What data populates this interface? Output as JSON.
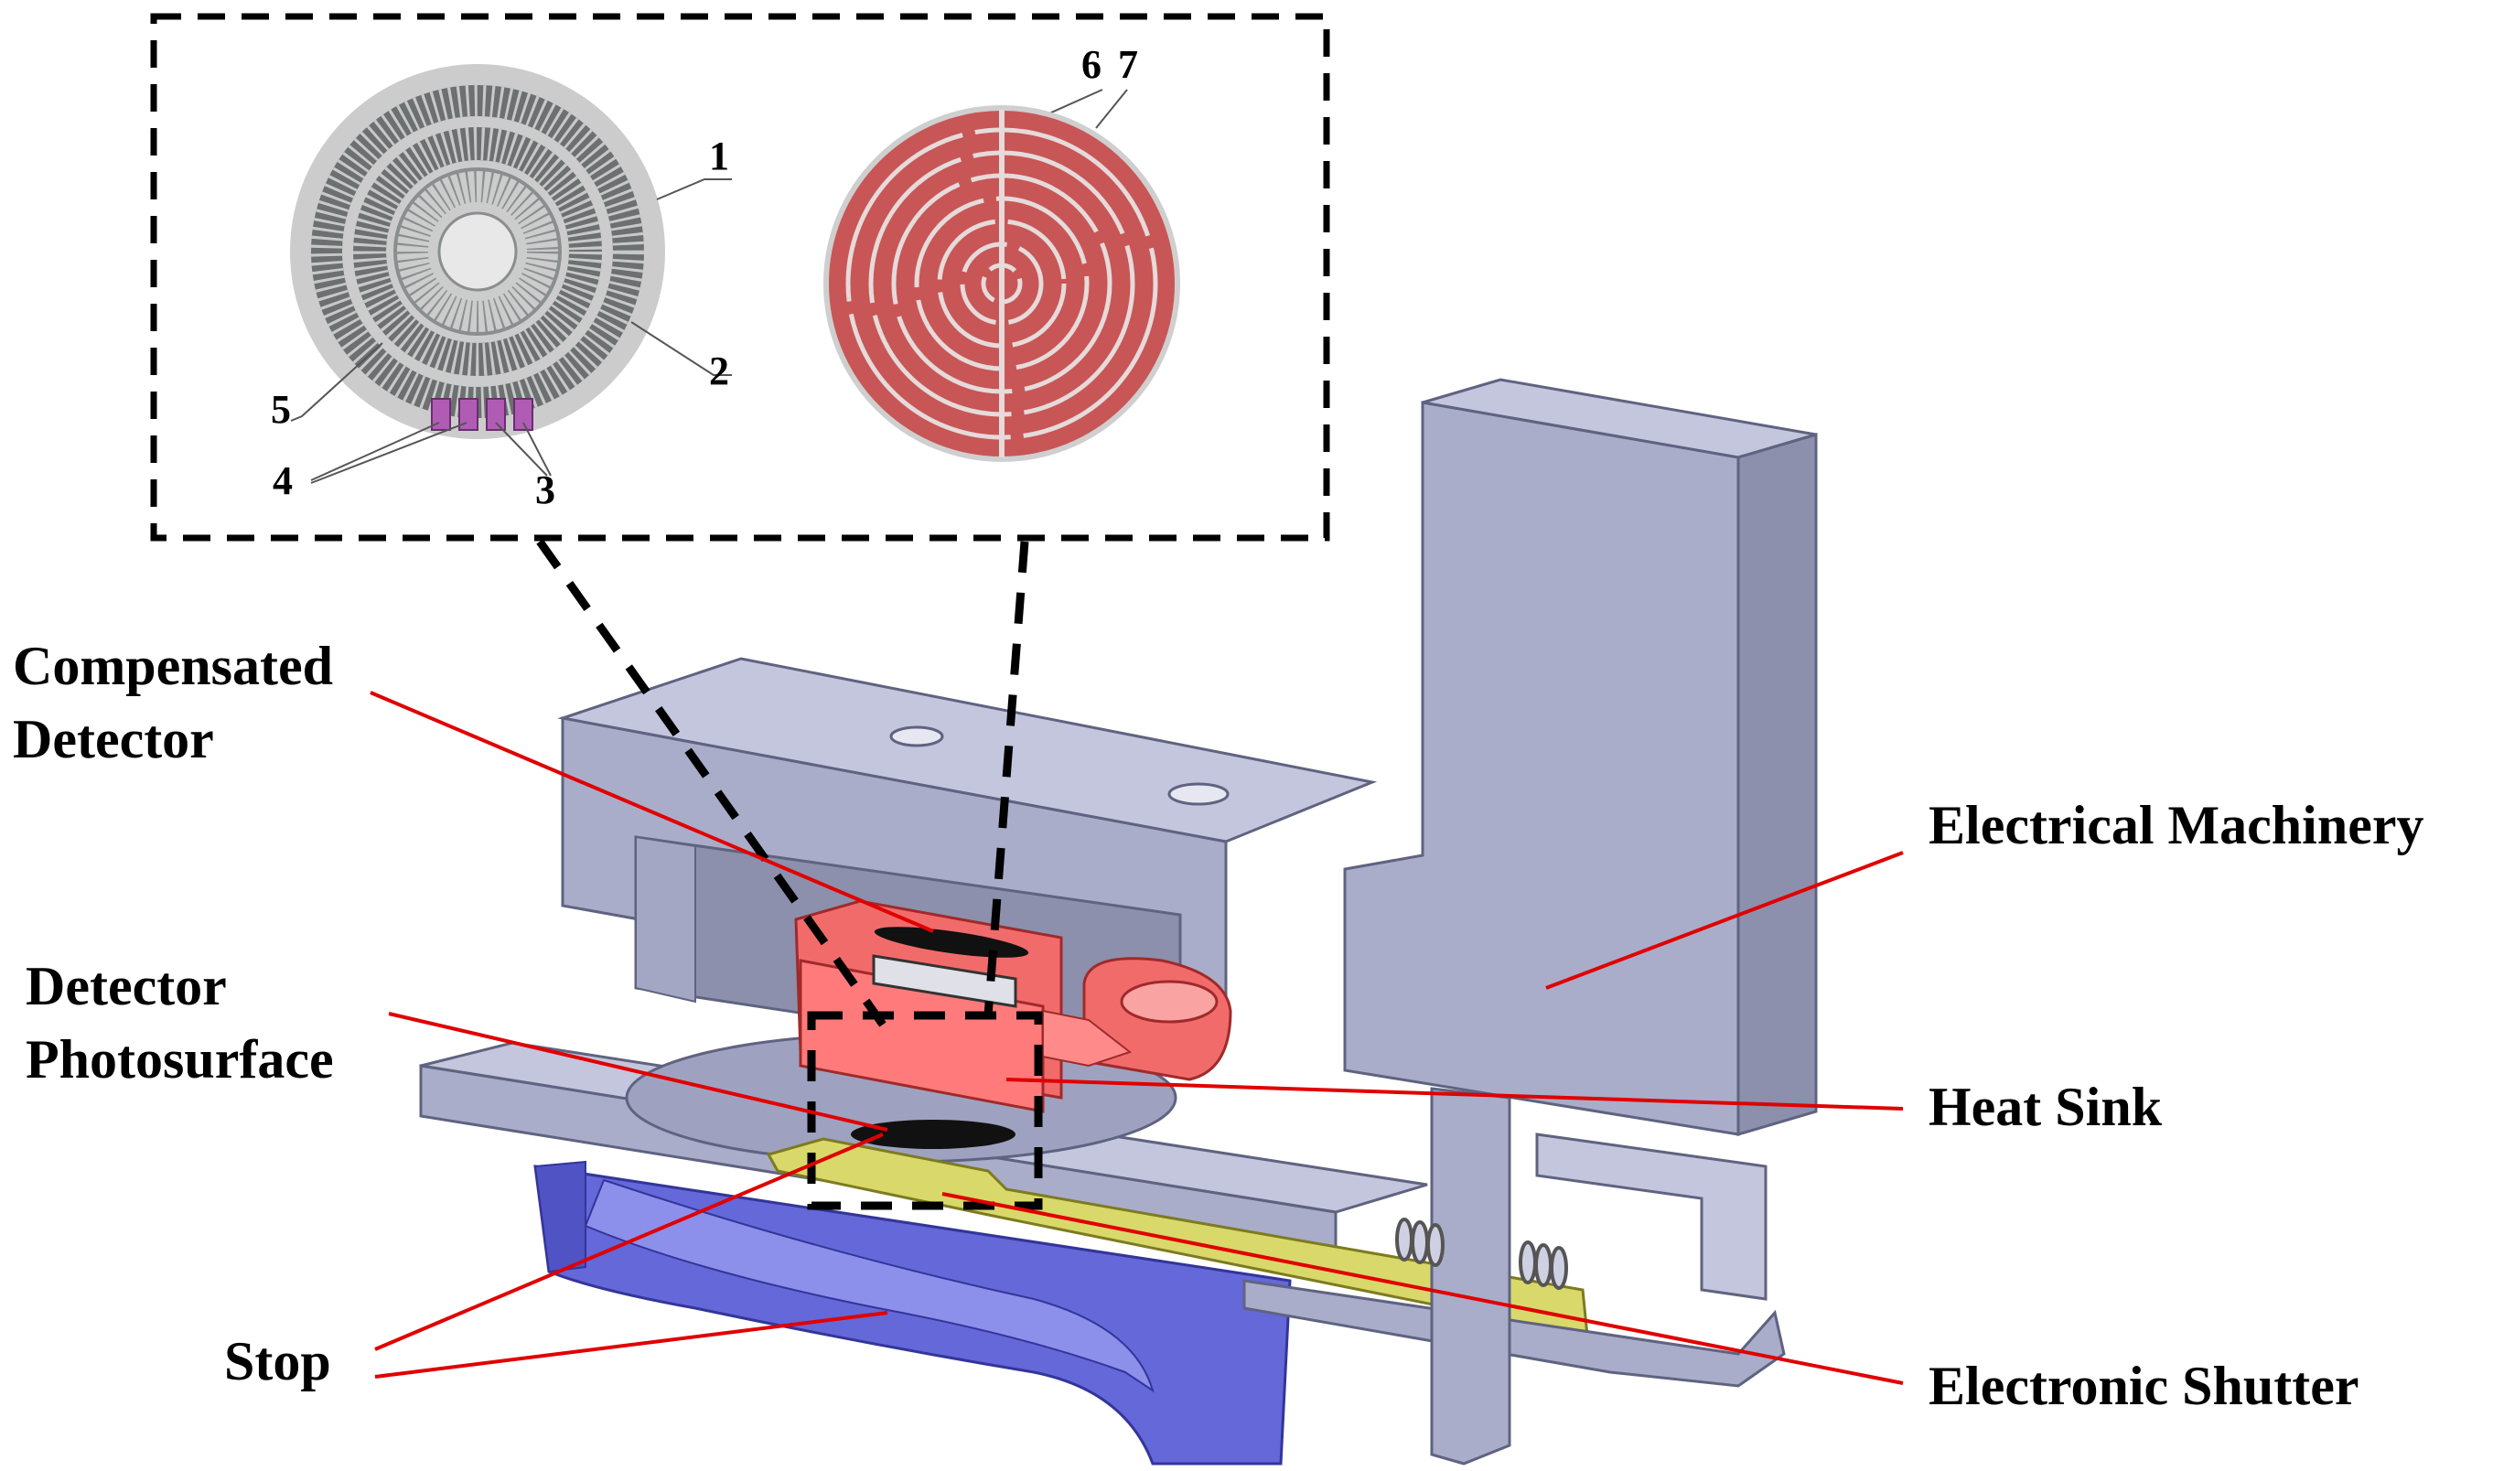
{
  "labels": {
    "compensated_detector": [
      "Compensated",
      "Detector"
    ],
    "detector_photosurface": [
      "Detector",
      "Photosurface"
    ],
    "electrical_machinery": "Electrical Machinery",
    "heat_sink": "Heat Sink",
    "stop": "Stop",
    "electronic_shutter": "Electronic Shutter"
  },
  "inset_numbers": {
    "n1": "1",
    "n2": "2",
    "n3": "3",
    "n4": "4",
    "n5": "5",
    "n6": "6",
    "n7": "7"
  },
  "colors": {
    "housing": "#a9adc9",
    "housing_dark": "#8c90ad",
    "housing_light": "#c3c6dc",
    "heat_sink": "#f26b6b",
    "base_ring": "#6468d8",
    "shutter": "#d9d86a",
    "detector_disk": "#c8c8c8",
    "detector_grid": "#6c7070",
    "heater_disk": "#c85656",
    "pads": "#b05cb5",
    "leader_red": "#e00000"
  }
}
